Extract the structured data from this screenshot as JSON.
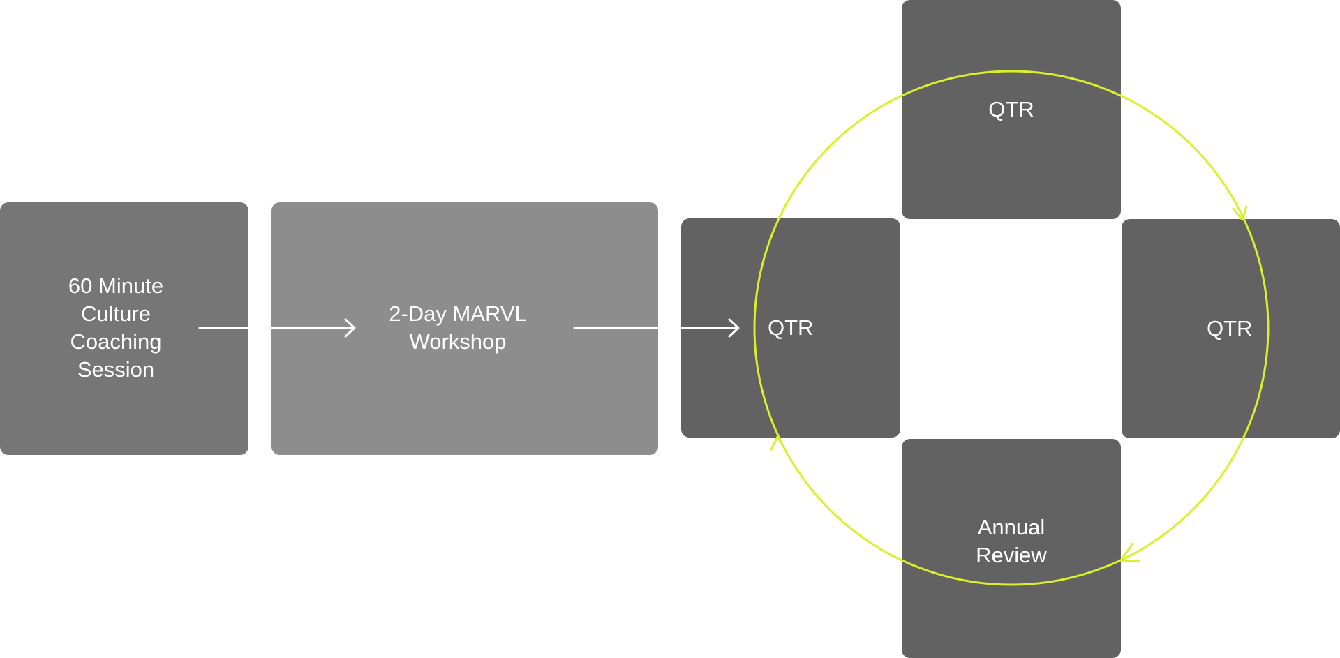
{
  "colors": {
    "box_dark": "#626262",
    "box_mid": "#767676",
    "box_light": "#8d8d8d",
    "text": "#ffffff",
    "arrow": "#ffffff",
    "cycle": "#d8f12a"
  },
  "steps": {
    "coaching": "60 Minute\nCulture\nCoaching\nSession",
    "workshop": "2-Day MARVL\nWorkshop"
  },
  "cycle": {
    "qtr_left": "QTR",
    "qtr_top": "QTR",
    "qtr_right": "QTR",
    "annual": "Annual\nReview"
  }
}
